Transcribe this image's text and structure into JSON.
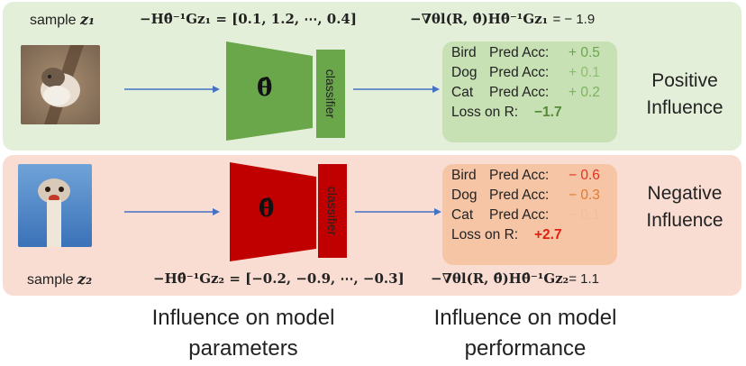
{
  "colors": {
    "positive_bg": "#e4efd9",
    "negative_bg": "#f9ddd2",
    "model_green": "#6aa64a",
    "model_red": "#c00000",
    "arrow": "#4472c4"
  },
  "top": {
    "sample_prefix": "sample ",
    "sample_var": "z₁",
    "param_formula": "−Hθ̂⁻¹Gz₁ = [0.1, 1.2, ⋯, 0.4]",
    "perf_formula": "−∇θl(R, θ̂)Hθ̂⁻¹Gz₁",
    "perf_value": "= − 1.9",
    "theta": "θ̂",
    "classifier": "classifier",
    "rows": [
      {
        "cls": "Bird",
        "metric": "Pred Acc:",
        "value": "+ 0.5"
      },
      {
        "cls": "Dog",
        "metric": "Pred Acc:",
        "value": "+ 0.1"
      },
      {
        "cls": "Cat",
        "metric": "Pred Acc:",
        "value": "+ 0.2"
      }
    ],
    "loss_label": "Loss on R:",
    "loss_value": "−1.7",
    "influence_line1": "Positive",
    "influence_line2": "Influence"
  },
  "bottom": {
    "sample_prefix": "sample ",
    "sample_var": "z₂",
    "param_formula": "−Hθ̂⁻¹Gz₂ = [−0.2, −0.9, ⋯, −0.3]",
    "perf_formula": "−∇θl(R, θ̂)Hθ̂⁻¹Gz₂",
    "perf_value": "= 1.1",
    "theta": "θ̂",
    "classifier": "classifier",
    "rows": [
      {
        "cls": "Bird",
        "metric": "Pred Acc:",
        "value": "− 0.6"
      },
      {
        "cls": "Dog",
        "metric": "Pred Acc:",
        "value": "− 0.3"
      },
      {
        "cls": "Cat",
        "metric": "Pred Acc:",
        "value": "− 0.1"
      }
    ],
    "loss_label": "Loss on R:",
    "loss_value": "+2.7",
    "influence_line1": "Negative",
    "influence_line2": "Influence"
  },
  "captions": {
    "params": "Influence on model parameters",
    "perf": "Influence on model performance"
  }
}
